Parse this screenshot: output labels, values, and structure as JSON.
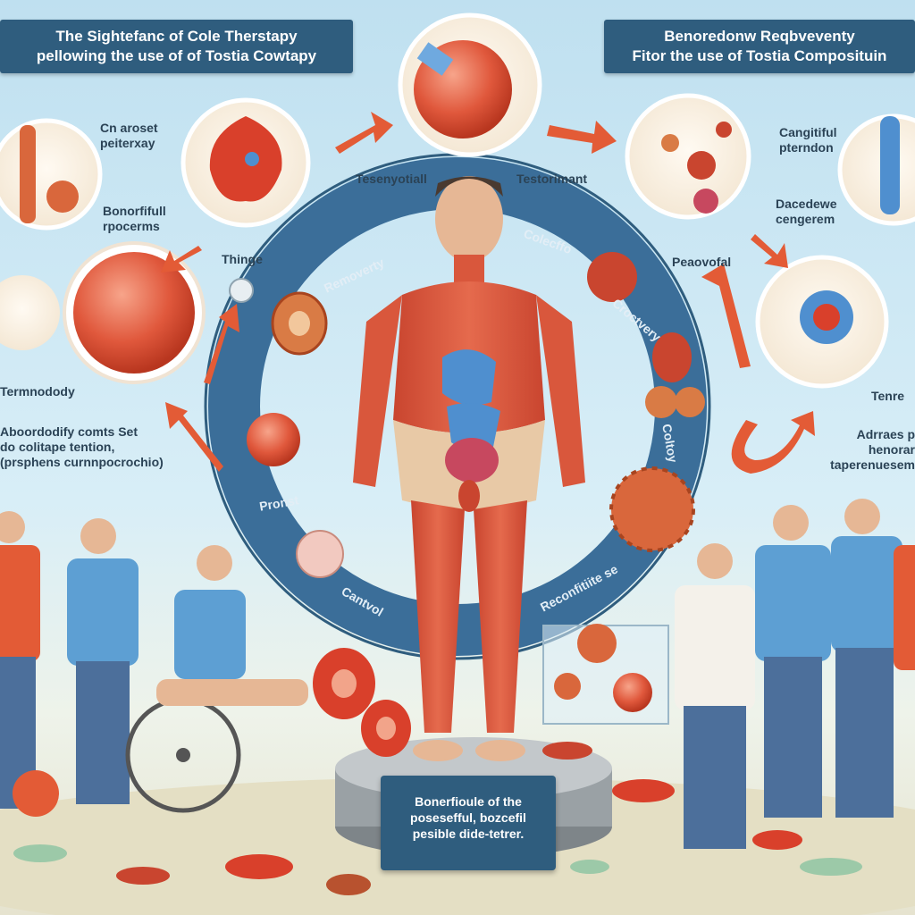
{
  "header": {
    "left_title_1": "The Sightefanc of Cole Therstapy",
    "left_title_2": "pellowing the use of of Tostia Cowtapy",
    "right_title_1": "Benoredonw Reqbveventy",
    "right_title_2": "Fitor the use of Tostia Composituin"
  },
  "left_labels": {
    "l1a": "Cn aroset",
    "l1b": "peiterxay",
    "l2a": "Bonorfifull",
    "l2b": "rpocerms",
    "l3": "Thinge",
    "l4": "Termnodody",
    "l5a": "Aboordodify comts Set",
    "l5b": "do colitape tention,",
    "l5c": "(prsphens curnnpocrochio)"
  },
  "center_labels": {
    "c1": "Tesenyotiall",
    "c2": "Testorimant"
  },
  "ring_labels": {
    "r1": "Removerty",
    "r2": "Colecffo",
    "r3": "Croctvery",
    "r4": "Coltoy",
    "r5": "Pronst",
    "r6": "Cantvol",
    "r7": "Reconfitiite se"
  },
  "right_labels": {
    "rr1a": "Cangitiful",
    "rr1b": "pterndon",
    "rr2a": "Dacedewe",
    "rr2b": "cengerem",
    "rr3": "Peaovofal",
    "rr4": "Tenre",
    "rr5a": "Adrraes p",
    "rr5b": "henorar",
    "rr5c": "taperenuesem"
  },
  "bottom_box": {
    "line1": "Bonerfioule of the",
    "line2": "posesefful, bozcefil",
    "line3": "pesible dide-tetrer."
  }
}
